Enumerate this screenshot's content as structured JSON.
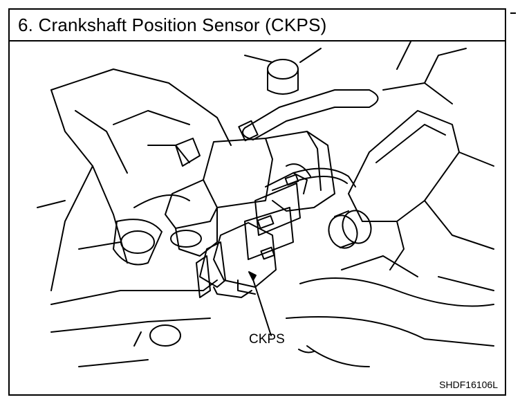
{
  "figure": {
    "title": "6.  Crankshaft Position Sensor (CKPS)",
    "callout_label": "CKPS",
    "figure_code": "SHDF16106L"
  }
}
